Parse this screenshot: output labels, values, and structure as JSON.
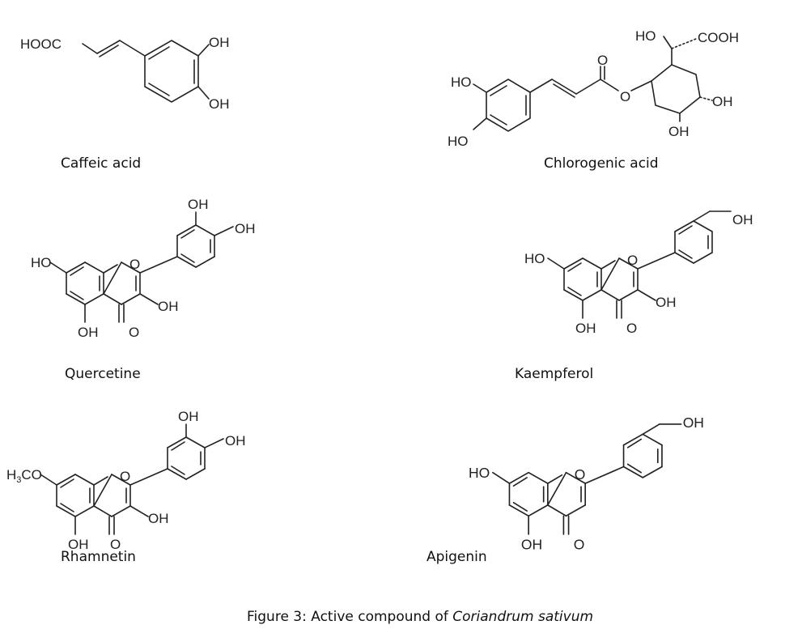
{
  "compounds": [
    {
      "name": "Caffeic acid",
      "atoms": [
        "HOOC",
        "OH",
        "OH"
      ]
    },
    {
      "name": "Chlorogenic acid",
      "atoms": [
        "HO",
        "COOH",
        "O",
        "HO",
        "HO",
        "O",
        "OH",
        "OH"
      ]
    },
    {
      "name": "Quercetine",
      "atoms": [
        "HO",
        "O",
        "OH",
        "OH",
        "OH",
        "O",
        "OH"
      ]
    },
    {
      "name": "Kaempferol",
      "atoms": [
        "HO",
        "O",
        "OH",
        "OH",
        "O",
        "OH"
      ]
    },
    {
      "name": "Rhamnetin",
      "atoms": [
        "H",
        "3",
        "CO",
        "O",
        "OH",
        "OH",
        "OH",
        "O",
        "OH"
      ]
    },
    {
      "name": "Apigenin",
      "atoms": [
        "HO",
        "O",
        "OH",
        "OH",
        "O"
      ]
    }
  ],
  "figure": {
    "label": "Figure 3: Active compound of ",
    "species": "Coriandrum sativum"
  }
}
